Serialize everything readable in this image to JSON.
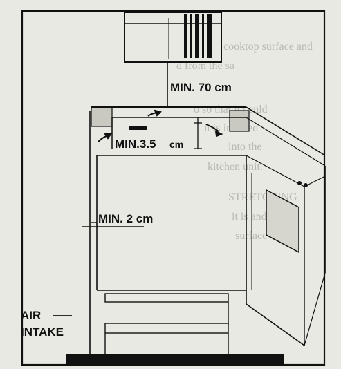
{
  "labels": {
    "min_70": "MIN. 70 cm",
    "min_3_5_value": "MIN.3.5",
    "min_3_5_unit": "cm",
    "min_2": "MIN. 2 cm",
    "air": "AIR",
    "intake": "INTAKE"
  },
  "background_text": [
    "the back of cooktop surface and",
    "d from the sa",
    "o so that it could",
    "it is inserted",
    "into the",
    "kitchen unit.",
    "STRETCHING",
    "it is and",
    "surface"
  ],
  "colors": {
    "paper": "#e9e9e4",
    "ink": "#111111",
    "ghost": "#b9b9b2"
  }
}
